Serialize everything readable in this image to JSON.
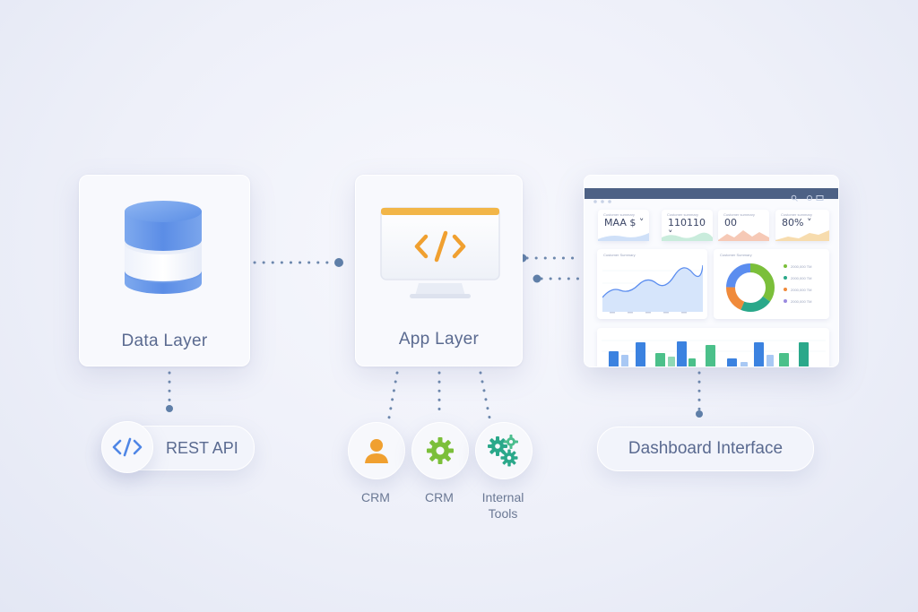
{
  "nodes": {
    "data_layer": {
      "label": "Data Layer"
    },
    "app_layer": {
      "label": "App Layer"
    },
    "rest_api": {
      "label": "REST API"
    },
    "dashboard_interface": {
      "label": "Dashboard Interface"
    }
  },
  "app_consumers": [
    {
      "label": "CRM",
      "icon": "user-icon",
      "color": "#f0a030"
    },
    {
      "label": "CRM",
      "icon": "gear-icon",
      "color": "#7bbf3a"
    },
    {
      "label": "Internal\nTools",
      "icon": "gears-icon",
      "color": "#2aa88a"
    }
  ],
  "dashboard": {
    "kpis": [
      {
        "caption": "Customer summary",
        "value": "MAA $ ˅"
      },
      {
        "caption": "Customer summary",
        "value": "110110 ˅"
      },
      {
        "caption": "Customer summary",
        "value": "00"
      },
      {
        "caption": "Customer summary",
        "value": "80% ˅"
      }
    ],
    "line_panel_title": "Customer Summary",
    "donut_panel_title": "Customer Summary",
    "legend": [
      {
        "color": "#7bbf3a",
        "text": "2000,000 TM"
      },
      {
        "color": "#2aa88a",
        "text": "2000,000 TM"
      },
      {
        "color": "#f08a3a",
        "text": "2000,000 TM"
      },
      {
        "color": "#9a8ae0",
        "text": "2000,000 TM"
      }
    ],
    "bar_colors": [
      "#3b82e0",
      "#4bc08a"
    ]
  },
  "colors": {
    "accent_blue": "#5b8def",
    "accent_orange": "#f0a030",
    "connector": "#5f7fa8",
    "label": "#5a6a90"
  }
}
